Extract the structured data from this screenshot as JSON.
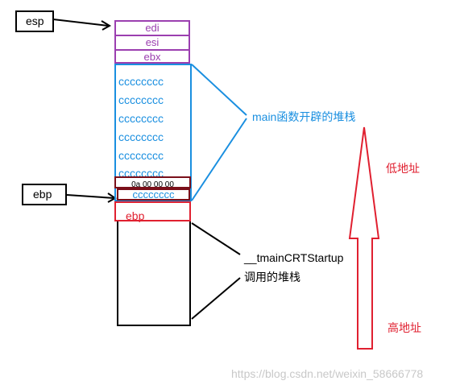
{
  "registers": {
    "esp": "esp",
    "ebp": "ebp"
  },
  "stack": {
    "edi": "edi",
    "esi": "esi",
    "ebx": "ebx",
    "fill_rows": [
      "cccccccc",
      "cccccccc",
      "cccccccc",
      "cccccccc",
      "cccccccc",
      "cccccccc"
    ],
    "hex_row": "0a 00 00 00",
    "fill_row_last": "cccccccc",
    "saved_ebp": "ebp"
  },
  "annotations": {
    "main_frame": "main函数开辟的堆栈",
    "caller_frame_line1": "__tmainCRTStartup",
    "caller_frame_line2": "调用的堆栈",
    "low_address": "低地址",
    "high_address": "高地址"
  },
  "watermark": "https://blog.csdn.net/weixin_58666778",
  "colors": {
    "purple": "#9b3fb0",
    "blue": "#1a8fe0",
    "dark_red": "#7a0f1a",
    "red": "#e02030",
    "black": "#000000"
  }
}
